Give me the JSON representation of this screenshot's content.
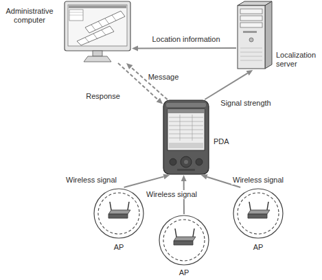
{
  "diagram": {
    "nodes": [
      {
        "text": [
          "Administrative computer"
        ]
      },
      {
        "text": [
          "Localization server"
        ]
      },
      {
        "text": [
          "PDA"
        ]
      },
      {
        "text": [
          "AP"
        ]
      },
      {
        "text": [
          "AP"
        ]
      },
      {
        "text": [
          "AP"
        ]
      }
    ],
    "edges": [
      {
        "from": 1,
        "to": 0,
        "arrow": "to",
        "label": "Location information"
      },
      {
        "from": 2,
        "to": 1,
        "arrow": "to",
        "label": "Signal strength"
      },
      {
        "from": 2,
        "to": 0,
        "arrow": "to",
        "label": "Message"
      },
      {
        "from": 0,
        "to": 2,
        "arrow": "to",
        "label": "Response"
      },
      {
        "from": 3,
        "to": 2,
        "arrow": "to",
        "label": "Wireless signal"
      },
      {
        "from": 4,
        "to": 2,
        "arrow": "to",
        "label": "Wireless signal"
      },
      {
        "from": 5,
        "to": 2,
        "arrow": "to",
        "label": "Wireless signal"
      }
    ]
  }
}
